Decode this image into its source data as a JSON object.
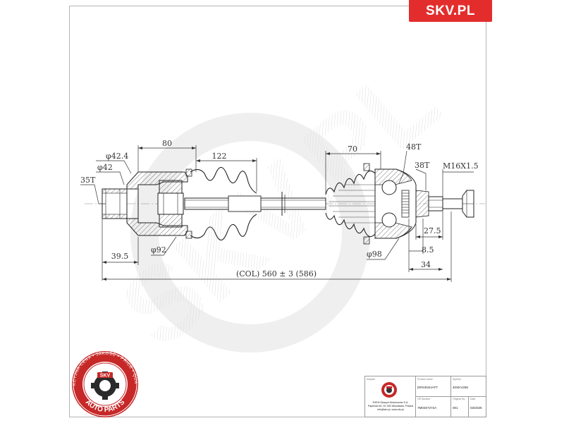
{
  "brand": {
    "label": "SKV.PL",
    "color": "#e32d2d"
  },
  "watermark": {
    "text": "SKV.PL"
  },
  "dimensions": {
    "d1": "80",
    "d2": "122",
    "d3": "70",
    "d4": "48T",
    "d5": "38T",
    "d6": "M16X1.5",
    "d7": "φ42.4",
    "d8": "φ42",
    "d9": "35T",
    "d10": "27.5",
    "d11": "8.5",
    "d12": "34",
    "d13": "39.5",
    "d14": "φ92",
    "d15": "φ98",
    "d16": "(COL) 560 ± 3 (586)"
  },
  "seal": {
    "outer_text": "ATRAKCYJNA CENA • JAKOŚĆ • PRICE • QUALITY •",
    "inner_text": "AUTO PARTS",
    "center_text": "SKV",
    "color": "#c62828"
  },
  "title_block": {
    "labels": {
      "adopter": "Adopter",
      "product_name": "Product name",
      "symbol": "Symbol",
      "oe_number": "OE Number",
      "original_no": "Original No.",
      "date": "Date"
    },
    "company_lines": [
      "ESEN Skarpol Motomundo S.A.",
      "Papieska 81, 67-300 Włocławek, Poland",
      "info@skv.pl, www.skv.pl"
    ],
    "product_name": "DRIVESHAFT",
    "symbol": "40SKV256",
    "oe_number": "7M0407272A",
    "original_no": "001",
    "date": "03/2025"
  }
}
